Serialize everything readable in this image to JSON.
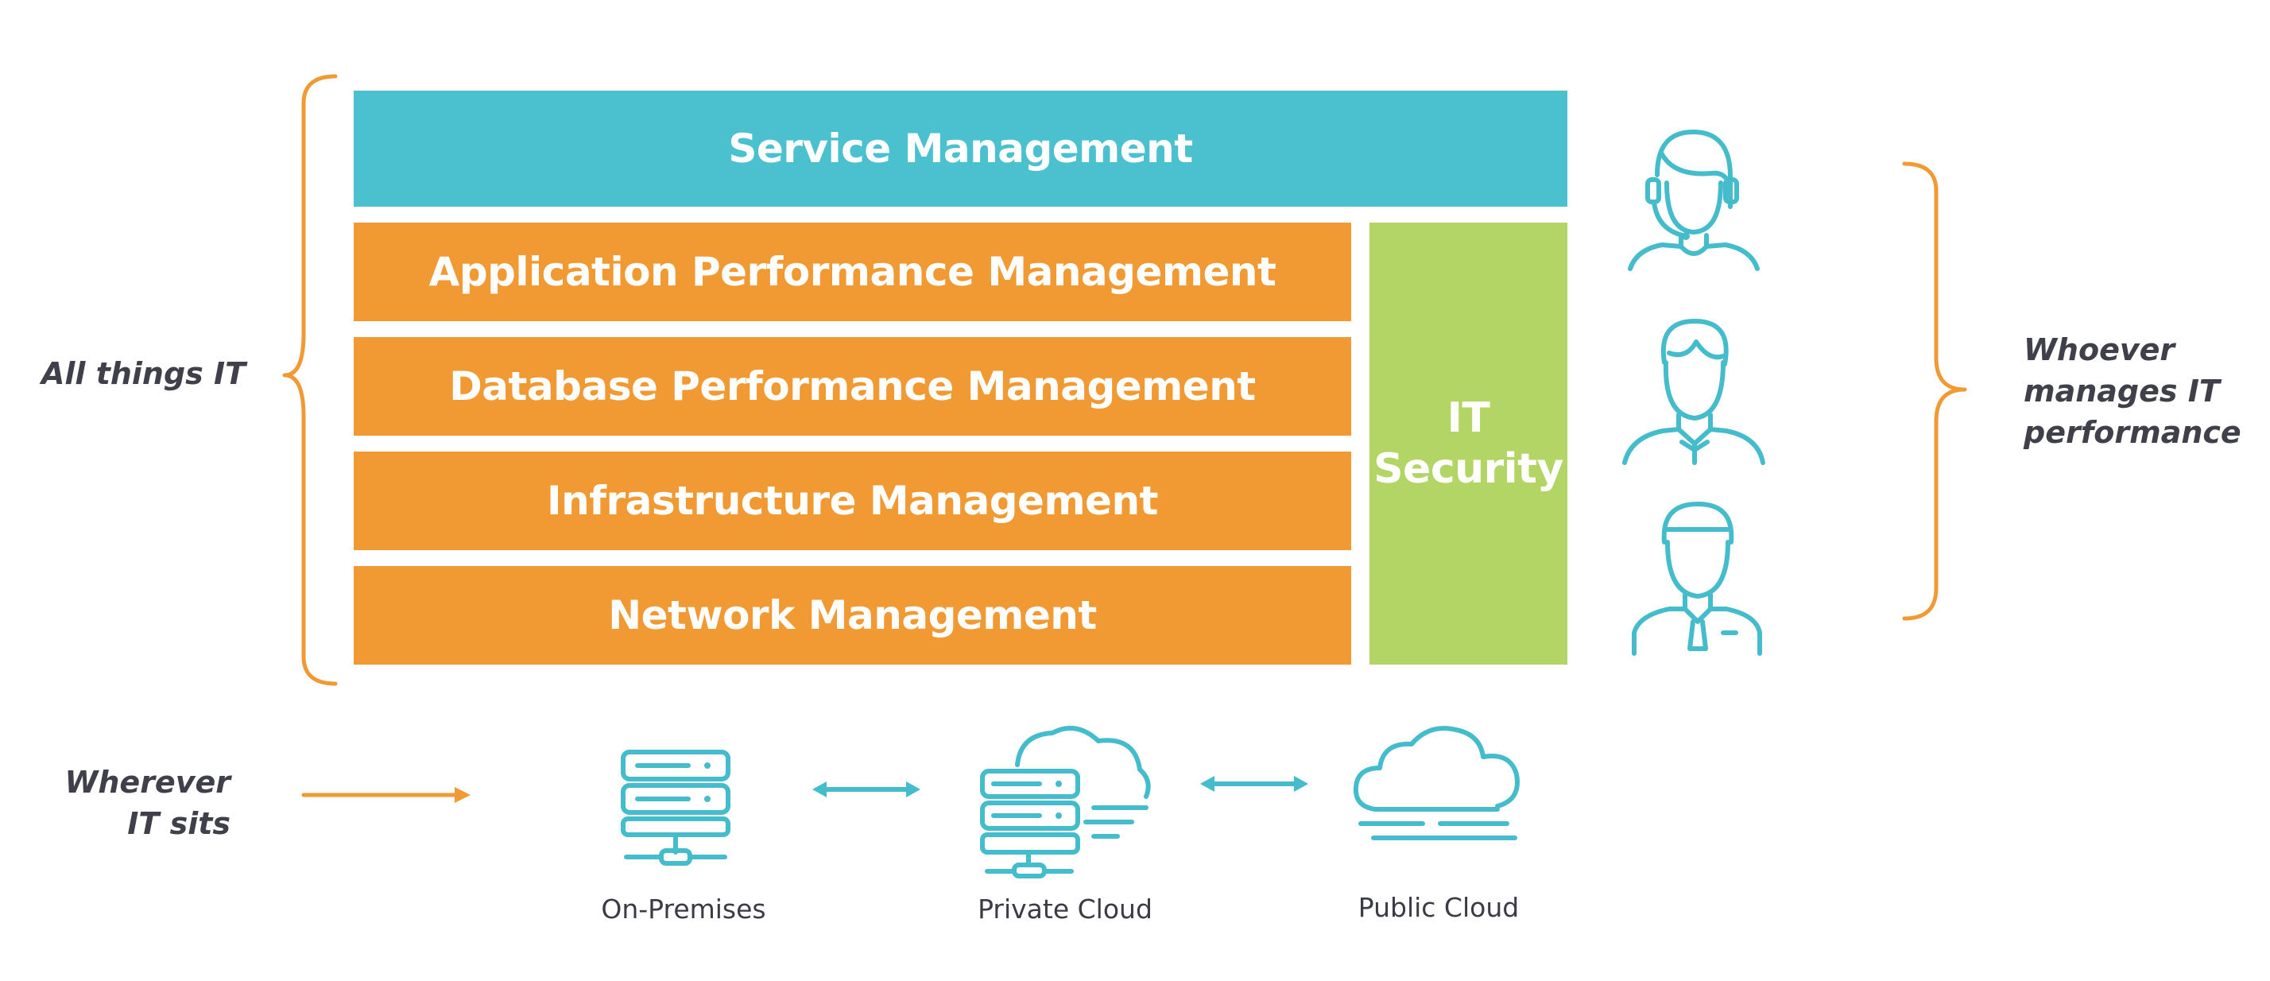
{
  "left_labels": {
    "all_things_it": "All things IT",
    "wherever_line1": "Wherever",
    "wherever_line2": "IT sits"
  },
  "right_label": {
    "line1": "Whoever",
    "line2": "manages IT",
    "line3": "performance"
  },
  "stack": {
    "service": "Service Management",
    "apm": "Application Performance Management",
    "dbpm": "Database Performance Management",
    "infra": "Infrastructure Management",
    "network": "Network Management",
    "security_line1": "IT",
    "security_line2": "Security"
  },
  "locations": {
    "on_prem": "On-Premises",
    "private_cloud": "Private Cloud",
    "public_cloud": "Public Cloud"
  },
  "people": [
    "headset-agent-icon",
    "person-icon",
    "businessman-icon"
  ],
  "colors": {
    "teal": "#4bc1cf",
    "orange": "#f19a33",
    "green": "#b3d565",
    "text_dark": "#3f4049"
  }
}
